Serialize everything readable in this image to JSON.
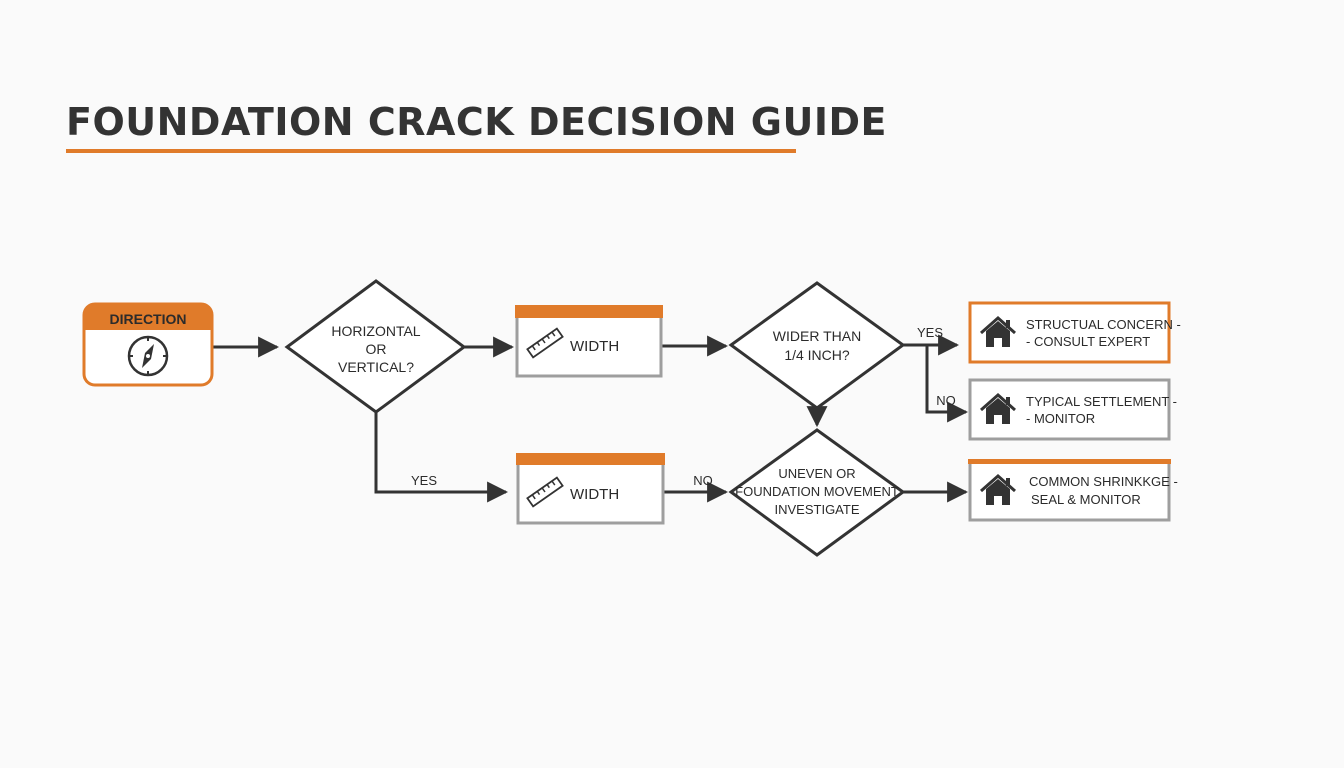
{
  "title": "FOUNDATION CRACK DECISION GUIDE",
  "colors": {
    "accent": "#e07b2a",
    "stroke": "#333333",
    "gray_border": "#9e9e9e",
    "background": "#fafafa"
  },
  "nodes": {
    "direction": {
      "label": "DIRECTION",
      "icon": "compass-icon"
    },
    "q_orientation": {
      "lines": [
        "HORIZONTAL",
        "OR",
        "VERTICAL?"
      ]
    },
    "width_top": {
      "label": "WIDTH",
      "icon": "ruler-icon"
    },
    "width_bottom": {
      "label": "WIDTH",
      "icon": "ruler-icon"
    },
    "q_wider": {
      "lines": [
        "WIDER THAN",
        "1/4 INCH?"
      ]
    },
    "q_uneven": {
      "lines": [
        "UNEVEN OR",
        "FOUNDATION MOVEMENT",
        "INVESTIGATE"
      ]
    },
    "out_structural": {
      "lines": [
        "STRUCTUAL CONCERN -",
        "- CONSULT EXPERT"
      ],
      "icon": "house-icon"
    },
    "out_settlement": {
      "lines": [
        "TYPICAL SETTLEMENT -",
        "- MONITOR"
      ],
      "icon": "house-icon"
    },
    "out_shrinkage": {
      "lines": [
        "COMMON SHRINKKGE -",
        "SEAL & MONITOR"
      ],
      "icon": "house-icon"
    }
  },
  "edges": {
    "orientation_to_bottom": "YES",
    "width_bottom_to_uneven": "NO",
    "wider_yes": "YES",
    "wider_no": "NO"
  }
}
